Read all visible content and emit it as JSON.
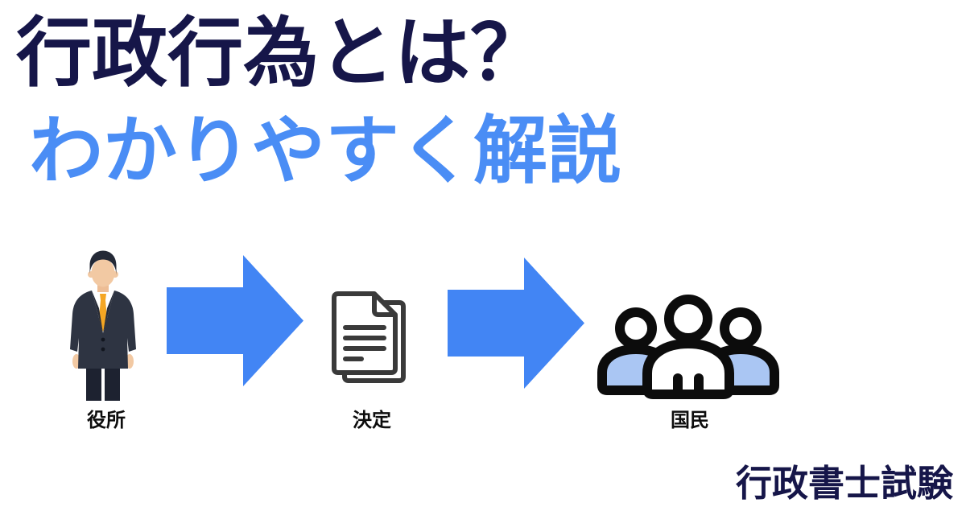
{
  "header": {
    "title": "行政行為とは？",
    "subtitle": "わかりやすく解説"
  },
  "diagram": {
    "steps": [
      {
        "label": "役所",
        "icon": "businessman-icon"
      },
      {
        "label": "決定",
        "icon": "document-icon"
      },
      {
        "label": "国民",
        "icon": "people-group-icon"
      }
    ],
    "connector_icon": "arrow-right-icon"
  },
  "footer": {
    "site_name": "行政書士試験"
  },
  "colors": {
    "background": "#ffffff",
    "title_navy": "#161649",
    "subtitle_blue": "#4a8df5",
    "arrow_blue": "#4285f4",
    "label_black": "#0d0d0d",
    "icon_outline": "#3a3a3a",
    "people_body_blue": "#aac6f3",
    "suit_navy": "#2e3442",
    "tie_orange": "#f5a623",
    "skin": "#f2c9a3"
  }
}
